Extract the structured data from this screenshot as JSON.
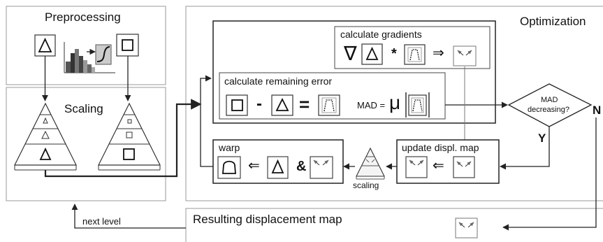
{
  "panels": {
    "preprocessing": "Preprocessing",
    "scaling": "Scaling",
    "optimization": "Optimization",
    "result": "Resulting displacement map"
  },
  "steps": {
    "calculate_gradients": "calculate gradients",
    "calculate_remaining_error": "calculate remaining error",
    "update_displ_map": "update displ. map",
    "warp": "warp",
    "scaling_small": "scaling"
  },
  "operators": {
    "nabla": "∇",
    "times": "*",
    "implies": "⇒",
    "minus": "-",
    "equals": "=",
    "left_arrow_1": "⇐",
    "left_arrow_2": "⇐",
    "ampersand": "&"
  },
  "formula": {
    "mad_label": "MAD =",
    "mu": "μ"
  },
  "decision": {
    "line1": "MAD",
    "line2": "decreasing?",
    "yes": "Y",
    "no": "N"
  },
  "loop_label": "next level"
}
